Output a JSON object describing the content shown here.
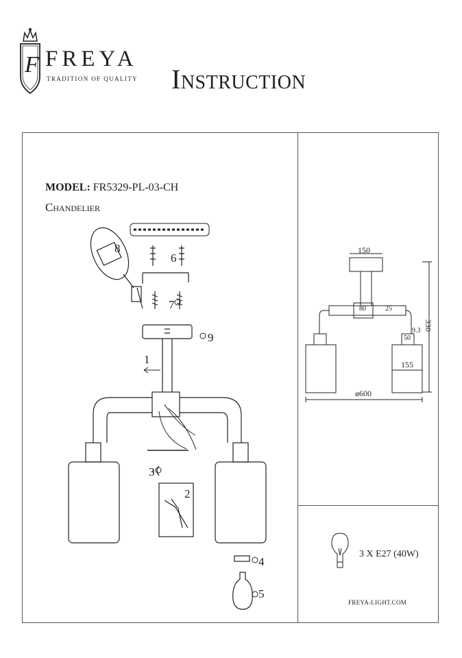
{
  "brand": {
    "name": "FREYA",
    "tagline": "TRADITION OF QUALITY",
    "monogram": "F"
  },
  "document": {
    "title": "Instruction"
  },
  "product": {
    "model_label": "MODEL:",
    "model_number": "FR5329-PL-03-CH",
    "type": "Chandelier"
  },
  "assembly_steps": [
    "1",
    "2",
    "3",
    "4",
    "5",
    "6",
    "7",
    "8",
    "9"
  ],
  "dimensions": {
    "canopy_width": "150",
    "arm_center": "80",
    "arm_diameter": "25",
    "gap": "9.3",
    "holder": "50",
    "shade_height": "155",
    "total_diameter": "ø600",
    "total_height": "330"
  },
  "bulb": {
    "spec": "3 X E27 (40W)"
  },
  "website": "FREYA-LIGHT.COM"
}
